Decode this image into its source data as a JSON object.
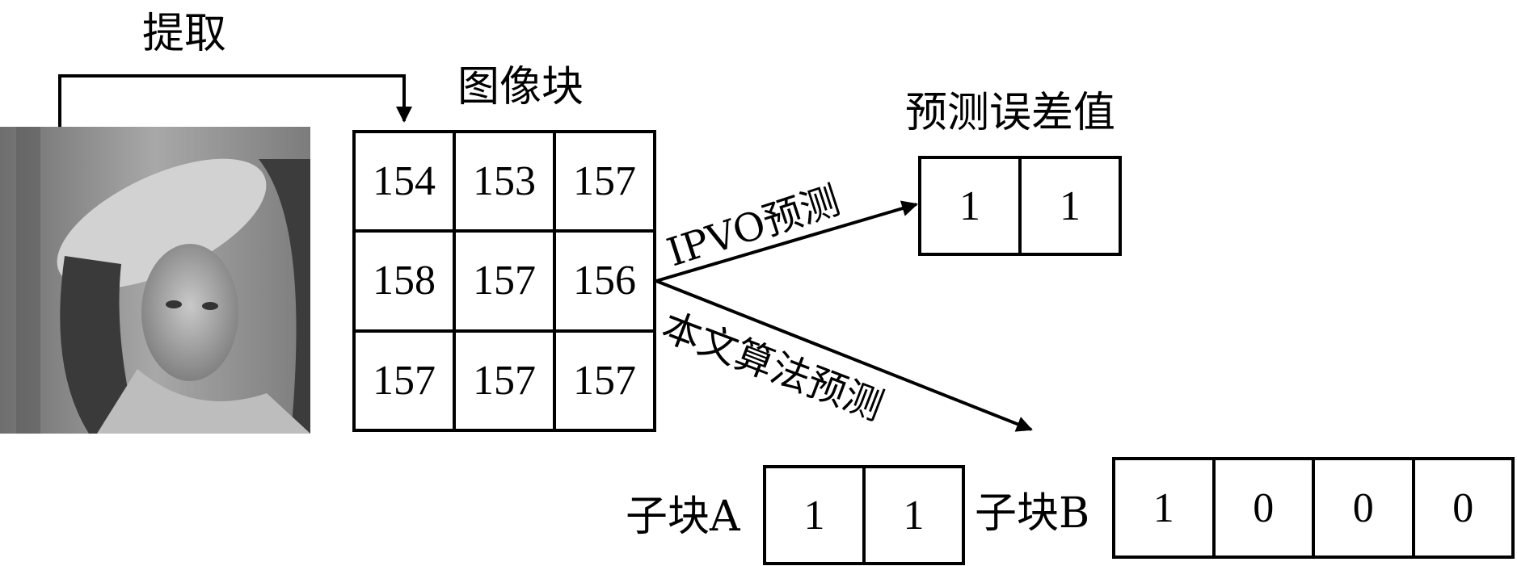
{
  "labels": {
    "extract": "提取",
    "image_block": "图像块",
    "prediction_error": "预测误差值",
    "ipvo_prediction": "IPVO预测",
    "proposed_prediction": "本文算法预测",
    "sub_block_a": "子块A",
    "sub_block_b": "子块B"
  },
  "image_block": [
    [
      "154",
      "153",
      "157"
    ],
    [
      "158",
      "157",
      "156"
    ],
    [
      "157",
      "157",
      "157"
    ]
  ],
  "prediction_error_values": [
    "1",
    "1"
  ],
  "sub_block_a_values": [
    "1",
    "1"
  ],
  "sub_block_b_values": [
    "1",
    "0",
    "0",
    "0"
  ],
  "photo": {
    "description_icon": "grayscale-portrait-image"
  }
}
